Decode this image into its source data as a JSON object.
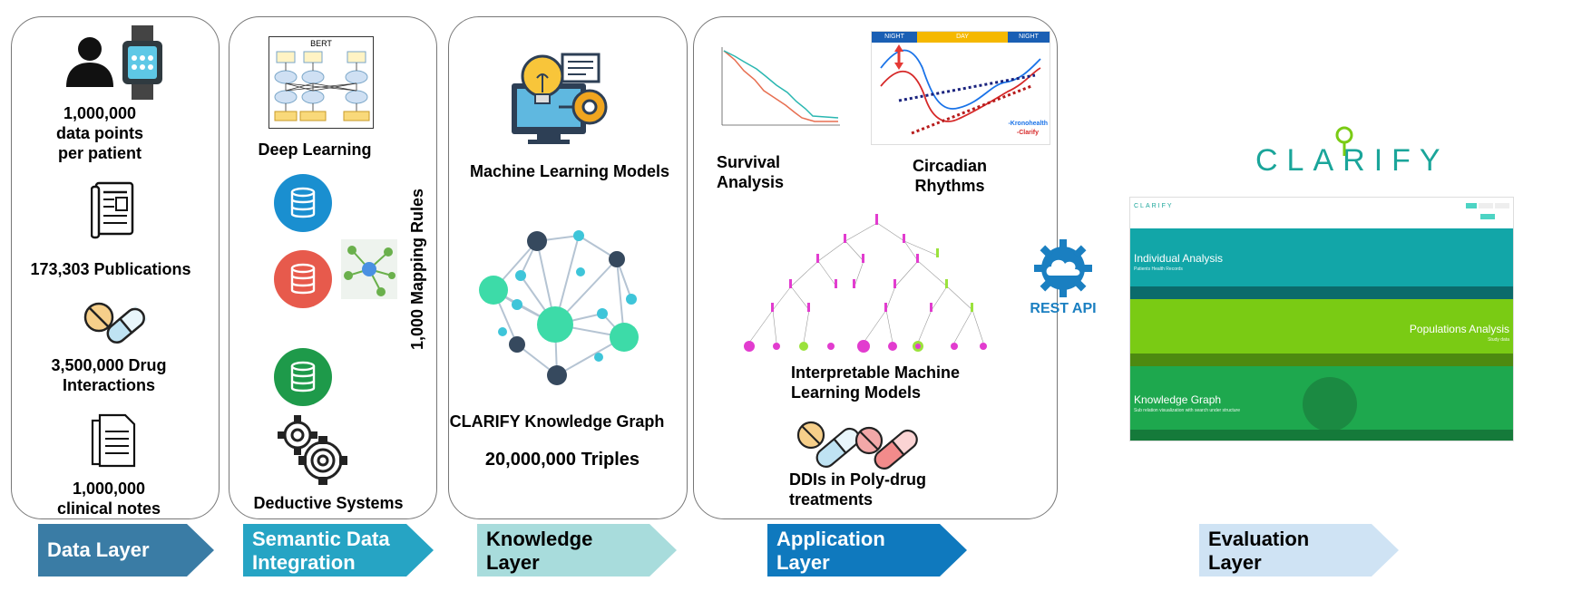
{
  "data_layer": {
    "data_points": [
      "1,000,000",
      "data points",
      "per patient"
    ],
    "publications": "173,303 Publications",
    "drug_interactions": [
      "3,500,000 Drug",
      "Interactions"
    ],
    "clinical_notes": [
      "1,000,000",
      "clinical notes"
    ]
  },
  "semantic": {
    "bert_title": "BERT",
    "deep_learning": "Deep Learning",
    "mapping_rules": "1,000 Mapping Rules",
    "deductive": "Deductive Systems"
  },
  "knowledge": {
    "ml_models": "Machine Learning Models",
    "kg": "CLARIFY Knowledge Graph",
    "triples": "20,000,000 Triples"
  },
  "application": {
    "survival": [
      "Survival",
      "Analysis"
    ],
    "circadian": [
      "Circadian",
      "Rhythms"
    ],
    "interpretable": [
      "Interpretable Machine",
      "Learning Models"
    ],
    "ddis": [
      "DDIs in Poly-drug",
      "treatments"
    ],
    "circadian_chart": {
      "night_left": "NIGHT",
      "day": "DAY",
      "night_right": "NIGHT",
      "legend_a": "-Kronohealth",
      "legend_b": "-Clarify"
    }
  },
  "rest_api": "REST API",
  "evaluation": {
    "logo": "CLARIFY",
    "screen_logo": "CLARIFY",
    "individual": "Individual Analysis",
    "individual_sub": "Patients Health Records",
    "populations": "Populations Analysis",
    "populations_sub": "Study data",
    "kg": "Knowledge Graph",
    "kg_sub": "Sub relation visualization with search under structure"
  },
  "layers": [
    {
      "label": [
        "Data Layer"
      ],
      "color": "#3a7ca5"
    },
    {
      "label": [
        "Semantic Data",
        "Integration"
      ],
      "color": "#26a4c4"
    },
    {
      "label": [
        "Knowledge",
        "Layer"
      ],
      "color": "#a8dcdc"
    },
    {
      "label": [
        "Application",
        "Layer"
      ],
      "color": "#0f79be"
    },
    {
      "label": [
        "Evaluation",
        "Layer"
      ],
      "color": "#cfe3f4"
    }
  ],
  "colors": {
    "teal": "#1aa59a",
    "green": "#7acb14",
    "dark_green": "#18a850",
    "rest_blue": "#1a7fc1"
  }
}
